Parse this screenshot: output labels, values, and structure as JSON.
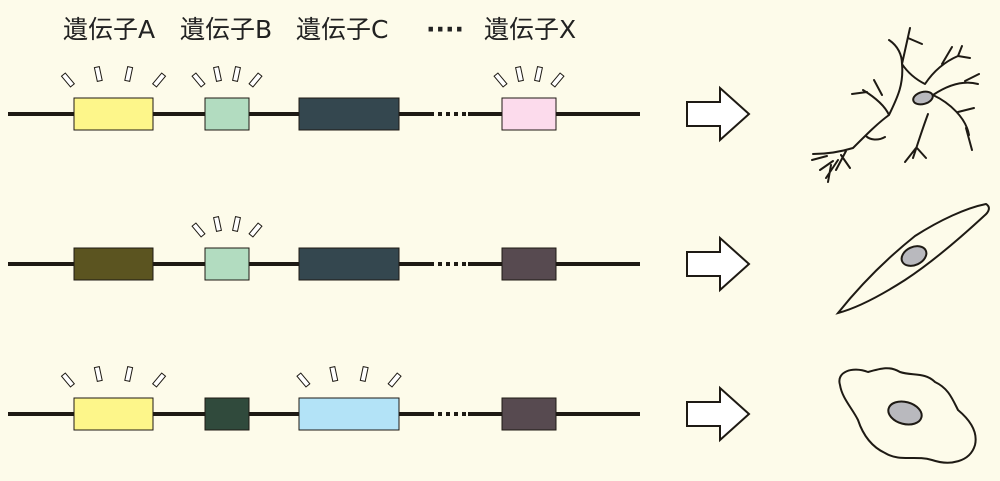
{
  "headers": {
    "gene_a": "遺伝子A",
    "gene_b": "遺伝子B",
    "gene_c": "遺伝子C",
    "dots": "····",
    "gene_x": "遺伝子X"
  },
  "colors": {
    "background": "#fdfbea",
    "line": "#1e1a14",
    "a_active": "#fdf68a",
    "a_inactive": "#5b5420",
    "b_active": "#b2dcc0",
    "b_inactive": "#304a3c",
    "c_active": "#b3e3f7",
    "c_inactive": "#34474f",
    "x_active": "#fcdbec",
    "x_inactive": "#574a50"
  },
  "rows": [
    {
      "cell": "neuron-icon",
      "genes": [
        {
          "gene": "A",
          "expressed": true
        },
        {
          "gene": "B",
          "expressed": true
        },
        {
          "gene": "C",
          "expressed": false
        },
        {
          "gene": "X",
          "expressed": true
        }
      ]
    },
    {
      "cell": "spindle-cell-icon",
      "genes": [
        {
          "gene": "A",
          "expressed": false
        },
        {
          "gene": "B",
          "expressed": true
        },
        {
          "gene": "C",
          "expressed": false
        },
        {
          "gene": "X",
          "expressed": false
        }
      ]
    },
    {
      "cell": "amoeboid-cell-icon",
      "genes": [
        {
          "gene": "A",
          "expressed": true
        },
        {
          "gene": "B",
          "expressed": false
        },
        {
          "gene": "C",
          "expressed": true
        },
        {
          "gene": "X",
          "expressed": false
        }
      ]
    }
  ]
}
